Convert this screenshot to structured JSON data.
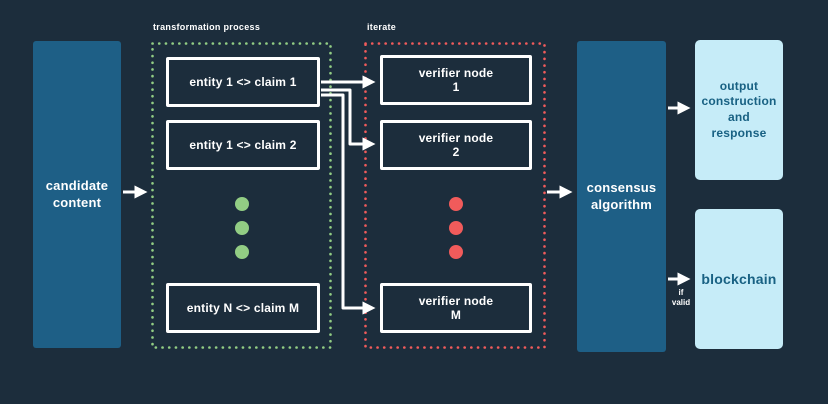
{
  "colors": {
    "background": "#1C2D3C",
    "solid_box": "#1E5F86",
    "light_box": "#C6ECF8",
    "light_box_text": "#186183",
    "green_accent": "#92CD84",
    "red_accent": "#F15B5B",
    "line_white": "#FFFFFF"
  },
  "candidate": {
    "label": "candidate\ncontent"
  },
  "transformation": {
    "title": "transformation process",
    "boxes": [
      "entity 1 <> claim 1",
      "entity 1 <> claim 2",
      "entity N <> claim M"
    ]
  },
  "iterate": {
    "title": "iterate",
    "boxes": [
      "verifier node\n1",
      "verifier node\n2",
      "verifier node\nM"
    ]
  },
  "consensus": {
    "label": "consensus\nalgorithm"
  },
  "outputs": {
    "construction": {
      "label": "output\nconstruction\nand\nresponse"
    },
    "blockchain": {
      "label": "blockchain"
    },
    "condition": "if\nvalid"
  }
}
